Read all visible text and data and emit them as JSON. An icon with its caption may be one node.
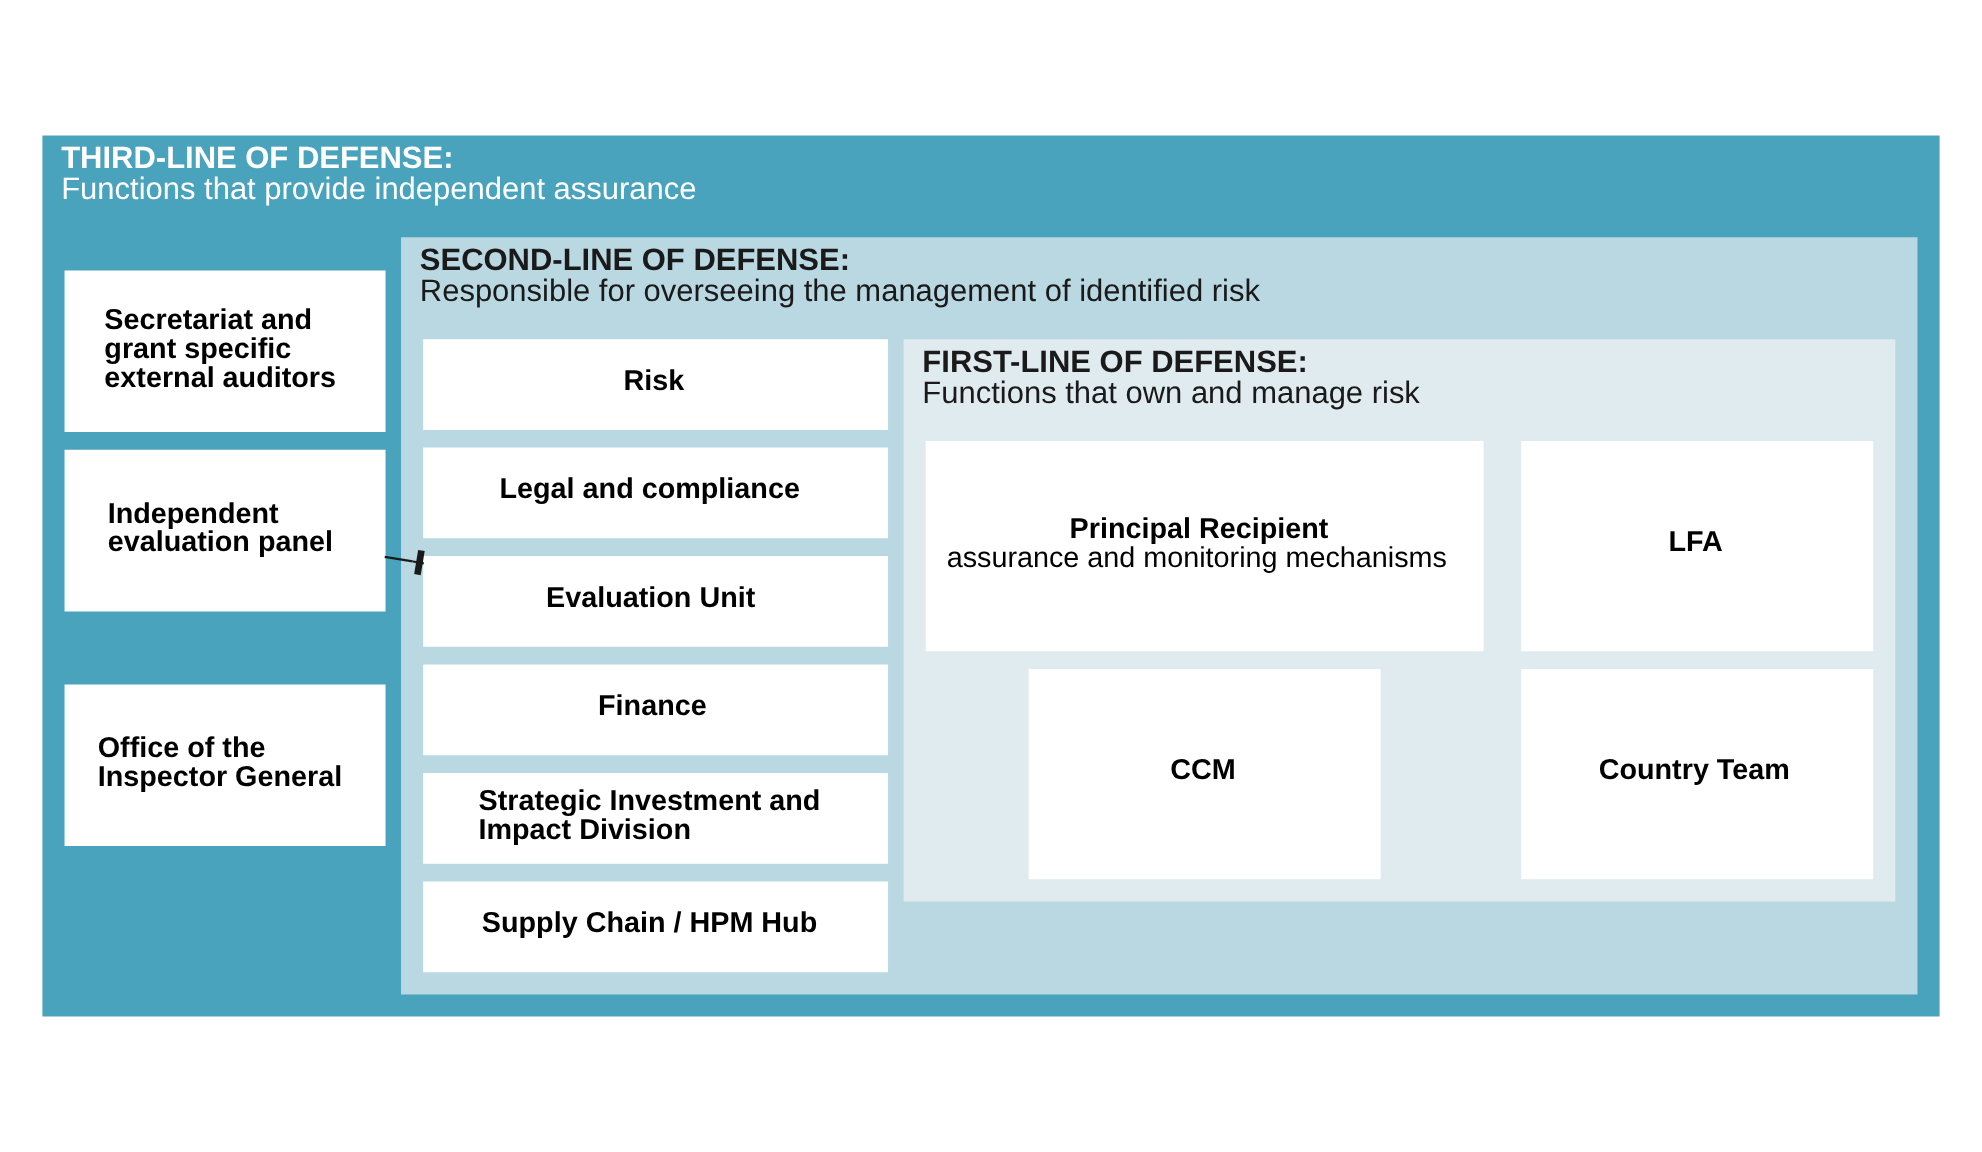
{
  "diagram": {
    "nodes": [
      {
        "text": [
          "THIRD-LINE OF DEFENSE:",
          "Functions that provide independent assurance"
        ]
      },
      {
        "text": [
          "Secretariat and grant specific external auditors"
        ],
        "in": 0
      },
      {
        "text": [
          "Independent evaluation panel"
        ],
        "in": 0
      },
      {
        "text": [
          "Office of the Inspector General"
        ],
        "in": 0
      },
      {
        "text": [
          "SECOND-LINE OF DEFENSE:",
          "Responsible for overseeing the management of identified risk"
        ],
        "in": 0
      },
      {
        "text": [
          "Risk"
        ],
        "in": 4
      },
      {
        "text": [
          "Legal and compliance"
        ],
        "in": 4
      },
      {
        "text": [
          "Evaluation Unit"
        ],
        "in": 4
      },
      {
        "text": [
          "Finance"
        ],
        "in": 4
      },
      {
        "text": [
          "Strategic Investment and Impact Division"
        ],
        "in": 4
      },
      {
        "text": [
          "Supply Chain / HPM Hub"
        ],
        "in": 4
      },
      {
        "text": [
          "FIRST-LINE OF DEFENSE:",
          "Functions that own and manage risk"
        ],
        "in": 4
      },
      {
        "text": [
          "Principal Recipient",
          "assurance and monitoring mechanisms"
        ],
        "in": 11
      },
      {
        "text": [
          "LFA"
        ],
        "in": 11
      },
      {
        "text": [
          "CCM"
        ],
        "in": 11
      },
      {
        "text": [
          "Country Team"
        ],
        "in": 11
      }
    ],
    "edges": [
      {
        "from": 2,
        "to": 7,
        "arrow": "other"
      }
    ]
  }
}
